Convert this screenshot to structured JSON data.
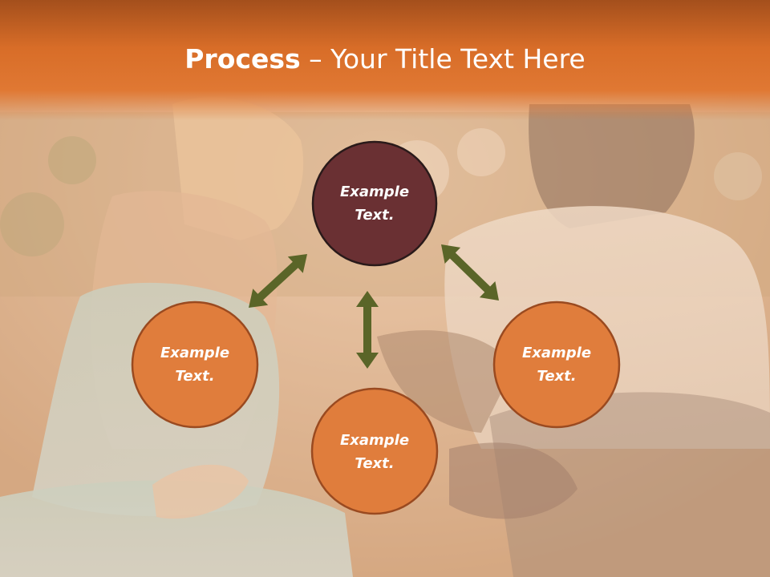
{
  "title": {
    "bold": "Process",
    "rest": " – Your Title Text Here"
  },
  "nodes": [
    {
      "label": "Example Text.",
      "fill": "#6a3033"
    },
    {
      "label": "Example Text.",
      "fill": "#e07d3c"
    },
    {
      "label": "Example Text.",
      "fill": "#e07d3c"
    },
    {
      "label": "Example Text.",
      "fill": "#e07d3c"
    }
  ],
  "colors": {
    "arrow": "#5a6528",
    "node_stroke": "#2a1a1a",
    "title_band": "#d86d28",
    "title_text": "#ffffff"
  }
}
